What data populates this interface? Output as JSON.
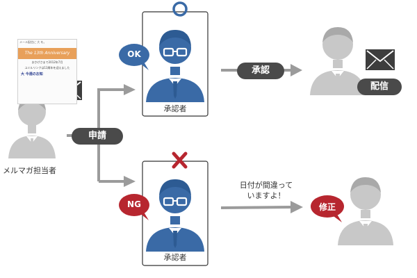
{
  "labels": {
    "requester": "メルマガ担当者",
    "apply": "申請",
    "approver_top": "承認者",
    "approver_bottom": "承認者",
    "ok": "OK",
    "ng": "NG",
    "approve": "承認",
    "deliver": "配信",
    "fix": "修正",
    "comment_line1": "日付が間違って",
    "comment_line2": "いますよ！"
  },
  "newsletter": {
    "header": "メール配信に 大 を。",
    "banner": "The 13th Anniversary",
    "line1": "おかげさまで2012年7月",
    "line2": "ユミルリンクは13周年を迎えました",
    "subhead": "大 今週のお知"
  },
  "colors": {
    "blue": "#3a6aa6",
    "blue_dark": "#2d5b93",
    "red": "#b7262f",
    "gray_person": "#c8c8c8",
    "dark_pill": "#4a4a4a",
    "arrow": "#9b9b9b"
  }
}
